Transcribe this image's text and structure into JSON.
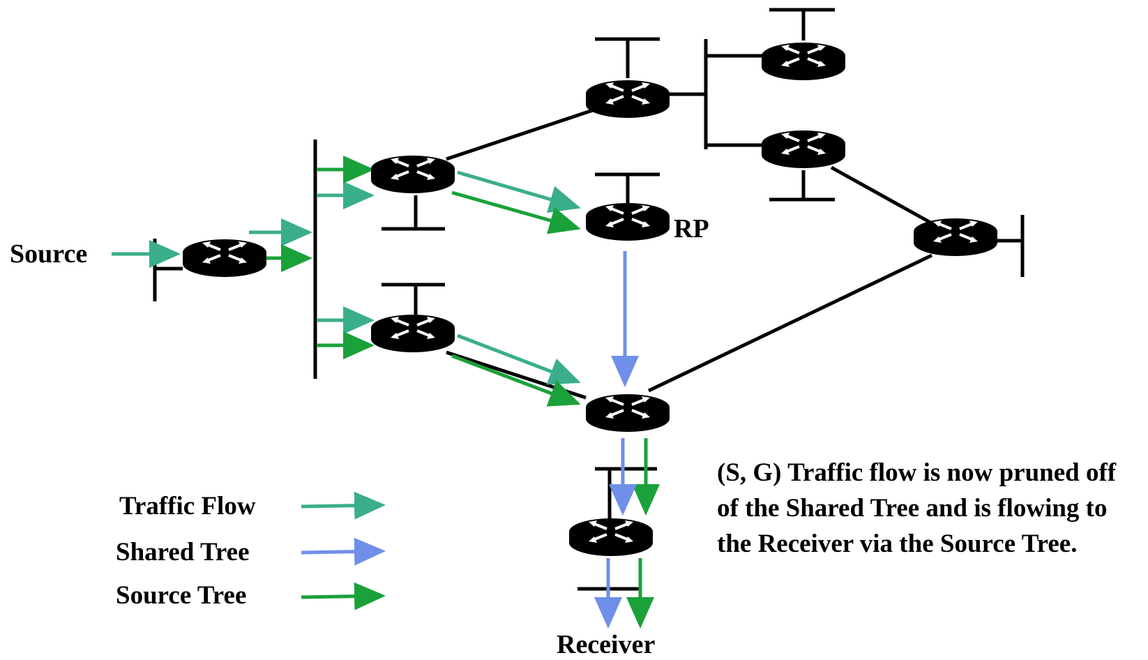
{
  "labels": {
    "source": "Source",
    "rp": "RP",
    "receiver": "Receiver"
  },
  "legend": {
    "traffic_flow": "Traffic Flow",
    "shared_tree": "Shared Tree",
    "source_tree": "Source Tree"
  },
  "note": "(S, G) Traffic flow is now pruned off of the Shared Tree and is flowing to the Receiver via the Source Tree.",
  "colors": {
    "traffic_flow": "#3aae8a",
    "shared_tree": "#6f8fe8",
    "source_tree": "#1aa13a",
    "link": "#000000",
    "router": "#0a78a8"
  },
  "icons": {
    "router": "router-icon"
  }
}
